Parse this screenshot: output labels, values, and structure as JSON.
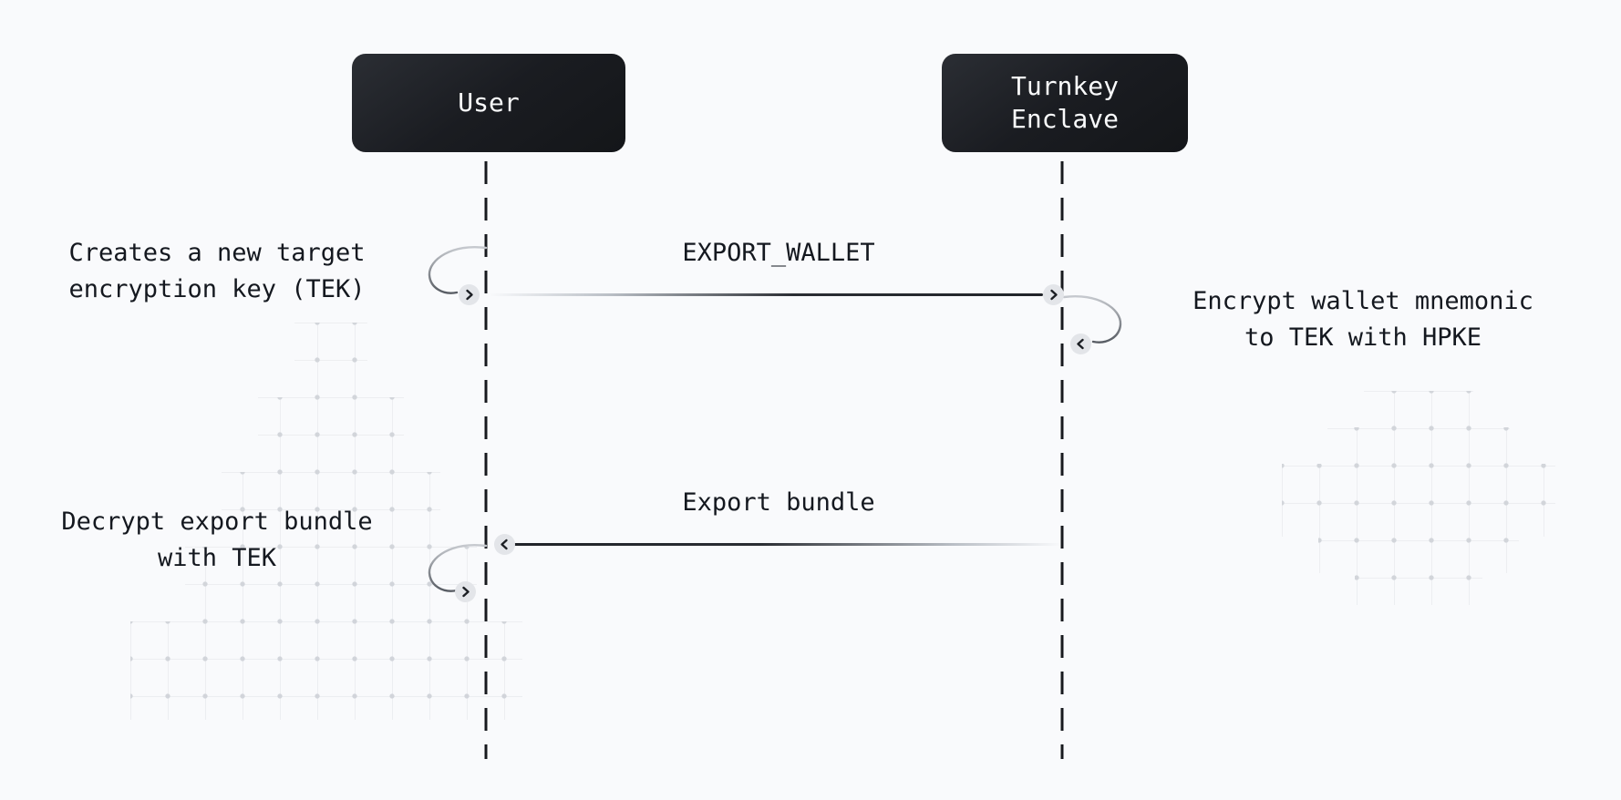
{
  "diagram_type": "sequence-diagram",
  "colors": {
    "background": "#f9fafc",
    "actor_box": "#1a1d22",
    "actor_text": "#fafbfc",
    "label_text": "#14181f",
    "line_dark": "#212429",
    "node_circle": "#e3e5e9",
    "grid_line": "#e8eaee",
    "grid_dot": "#c4c8cf"
  },
  "actors": {
    "user": {
      "label": "User"
    },
    "turnkey": {
      "line1": "Turnkey",
      "line2": "Enclave"
    }
  },
  "steps": {
    "create_tek": {
      "line1": "Creates a new target",
      "line2": "encryption key (TEK)"
    },
    "export_wallet": {
      "label": "EXPORT_WALLET"
    },
    "encrypt": {
      "line1": "Encrypt wallet mnemonic",
      "line2": "to TEK with HPKE"
    },
    "export_bundle": {
      "label": "Export bundle"
    },
    "decrypt": {
      "line1": "Decrypt export bundle",
      "line2": "with TEK"
    }
  },
  "icons": {
    "chevron_right": "chevron-right-icon",
    "chevron_left": "chevron-left-icon"
  }
}
